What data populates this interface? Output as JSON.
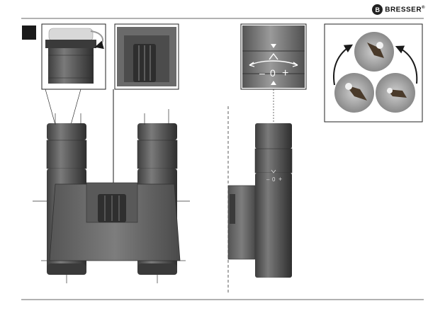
{
  "header": {
    "brand_mark": "B",
    "brand_name": "BRESSER",
    "brand_reg": "®"
  },
  "figure": {
    "section_marker": "",
    "dial_minus": "–",
    "dial_zero": "0",
    "dial_plus": "+"
  },
  "colors": {
    "body_dark": "#4a4a4a",
    "body_mid": "#6e6e6e",
    "body_light": "#9a9a9a",
    "line": "#333333",
    "marker": "#1a1a1a"
  },
  "icons": {
    "brand": "bresser-logo-icon",
    "rotate_arrow": "rotate-arrow-icon",
    "focus_arrow": "down-arrow-icon",
    "eagle": "eagle-photo-icon"
  }
}
